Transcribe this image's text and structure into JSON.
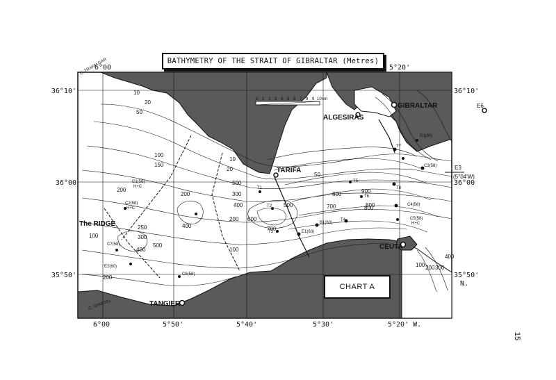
{
  "title": "BATHYMETRY OF THE STRAIT OF GIBRALTAR (Metres)",
  "chart_label": "CHART A",
  "page_number": "15",
  "longitude_labels_top": [
    "6°00",
    "5°50'",
    "5°40'",
    "5°30'",
    "5°20'"
  ],
  "longitude_labels_bottom": [
    "6°00",
    "5°50'",
    "5°40'",
    "5°30'",
    "5°20' W."
  ],
  "latitude_labels_left": [
    "36°10'",
    "36°00",
    "35°50'"
  ],
  "latitude_labels_right": [
    "36°10'",
    "36°00",
    "35°50'",
    "N."
  ],
  "places": {
    "gibraltar": "GIBRALTAR",
    "algesiras": "ALGESIRAS",
    "tarifa": "TARIFA",
    "ceuta": "CEUTA",
    "tangier": "TANGIER",
    "ridge": "The RIDGE",
    "trafalgar": "C. TRAFALGAR",
    "spartel": "C. SPARTEL"
  },
  "scale": {
    "ticks": [
      "0",
      "1",
      "2",
      "3",
      "4",
      "5",
      "6",
      "7",
      "8",
      "9",
      "10nm"
    ]
  },
  "offmap_marker": {
    "label": "E3",
    "coords": "(5°04'W)"
  },
  "right_marker": "E6",
  "depth_labels": [
    "10",
    "20",
    "50",
    "100",
    "150",
    "200",
    "250",
    "300",
    "400",
    "500",
    "600",
    "700",
    "800",
    "900",
    "100",
    "200",
    "500",
    "400",
    "300",
    "200",
    "100",
    "50",
    "20",
    "10",
    "200",
    "400",
    "600",
    "500",
    "700",
    "800",
    "400",
    "300",
    "200",
    "100"
  ],
  "station_labels": [
    "C1(58)",
    "H+C",
    "C2(58)",
    "H+C",
    "D1(60)",
    "C3(58)",
    "C4(58)",
    "C5(58)",
    "H+C",
    "B1(60)",
    "E1(60)",
    "E2(60)",
    "C6(58)",
    "C7(58)",
    "T1",
    "T2",
    "T3",
    "T4",
    "T5",
    "T6",
    "T7",
    "T8"
  ],
  "colors": {
    "land": "#5a5a5a",
    "sea": "#ffffff",
    "ink": "#111111"
  }
}
